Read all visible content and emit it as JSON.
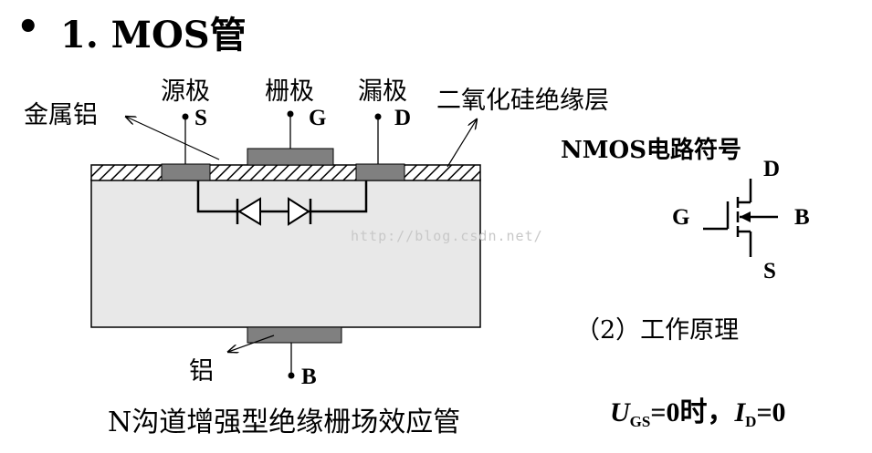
{
  "title": {
    "bullet": "•",
    "text": "1. MOS管"
  },
  "labels": {
    "source": "源极",
    "gate": "栅极",
    "drain": "漏极",
    "metal_al": "金属铝",
    "oxide": "二氧化硅绝缘层",
    "al_bottom": "铝"
  },
  "terminals": {
    "S": "S",
    "G": "G",
    "D": "D",
    "B": "B"
  },
  "watermark": "http://blog.csdn.net/",
  "caption": "N沟道增强型绝缘栅场效应管",
  "nmos": {
    "title": "NMOS电路符号",
    "D": "D",
    "G": "G",
    "B": "B",
    "S": "S"
  },
  "work_principle": "（2）工作原理",
  "formula": {
    "u": "U",
    "u_sub": "GS",
    "u_rest": "=0时，",
    "i": "I",
    "i_sub": "D",
    "i_rest": "=0"
  },
  "colors": {
    "substrate": "#e8e8e8",
    "electrode": "#808080",
    "oxide_hatch": "#000000"
  }
}
